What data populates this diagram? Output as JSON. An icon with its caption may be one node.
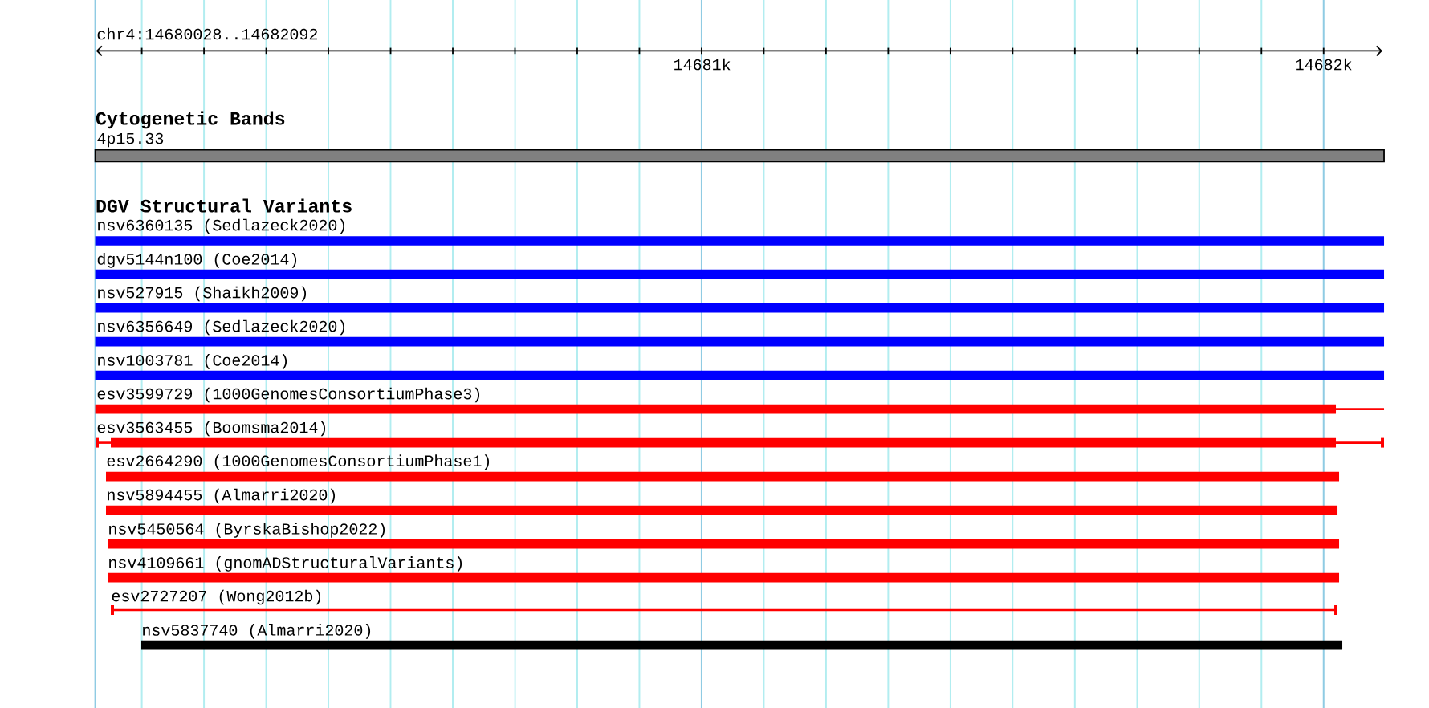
{
  "diagram": {
    "nodes": [
      {
        "text": [
          "4p15.33"
        ]
      },
      {
        "text": [
          "nsv6360135 (Sedlazeck2020)"
        ]
      },
      {
        "text": [
          "dgv5144n100 (Coe2014)"
        ]
      },
      {
        "text": [
          "nsv527915 (Shaikh2009)"
        ]
      },
      {
        "text": [
          "nsv6356649 (Sedlazeck2020)"
        ]
      },
      {
        "text": [
          "nsv1003781 (Coe2014)"
        ]
      },
      {
        "text": [
          "esv3599729 (1000GenomesConsortiumPhase3)"
        ]
      },
      {
        "text": [
          "esv3563455 (Boomsma2014)"
        ]
      },
      {
        "text": [
          "esv2664290 (1000GenomesConsortiumPhase1)"
        ]
      },
      {
        "text": [
          "nsv5894455 (Almarri2020)"
        ]
      },
      {
        "text": [
          "nsv5450564 (ByrskaBishop2022)"
        ]
      },
      {
        "text": [
          "nsv4109661 (gnomADStructuralVariants)"
        ]
      },
      {
        "text": [
          "esv2727207 (Wong2012b)"
        ]
      },
      {
        "text": [
          "nsv5837740 (Almarri2020)"
        ]
      }
    ],
    "labels": [
      "chr4:14680028..14682092",
      "14681k",
      "14682k",
      "Cytogenetic Bands",
      "DGV Structural Variants"
    ]
  }
}
